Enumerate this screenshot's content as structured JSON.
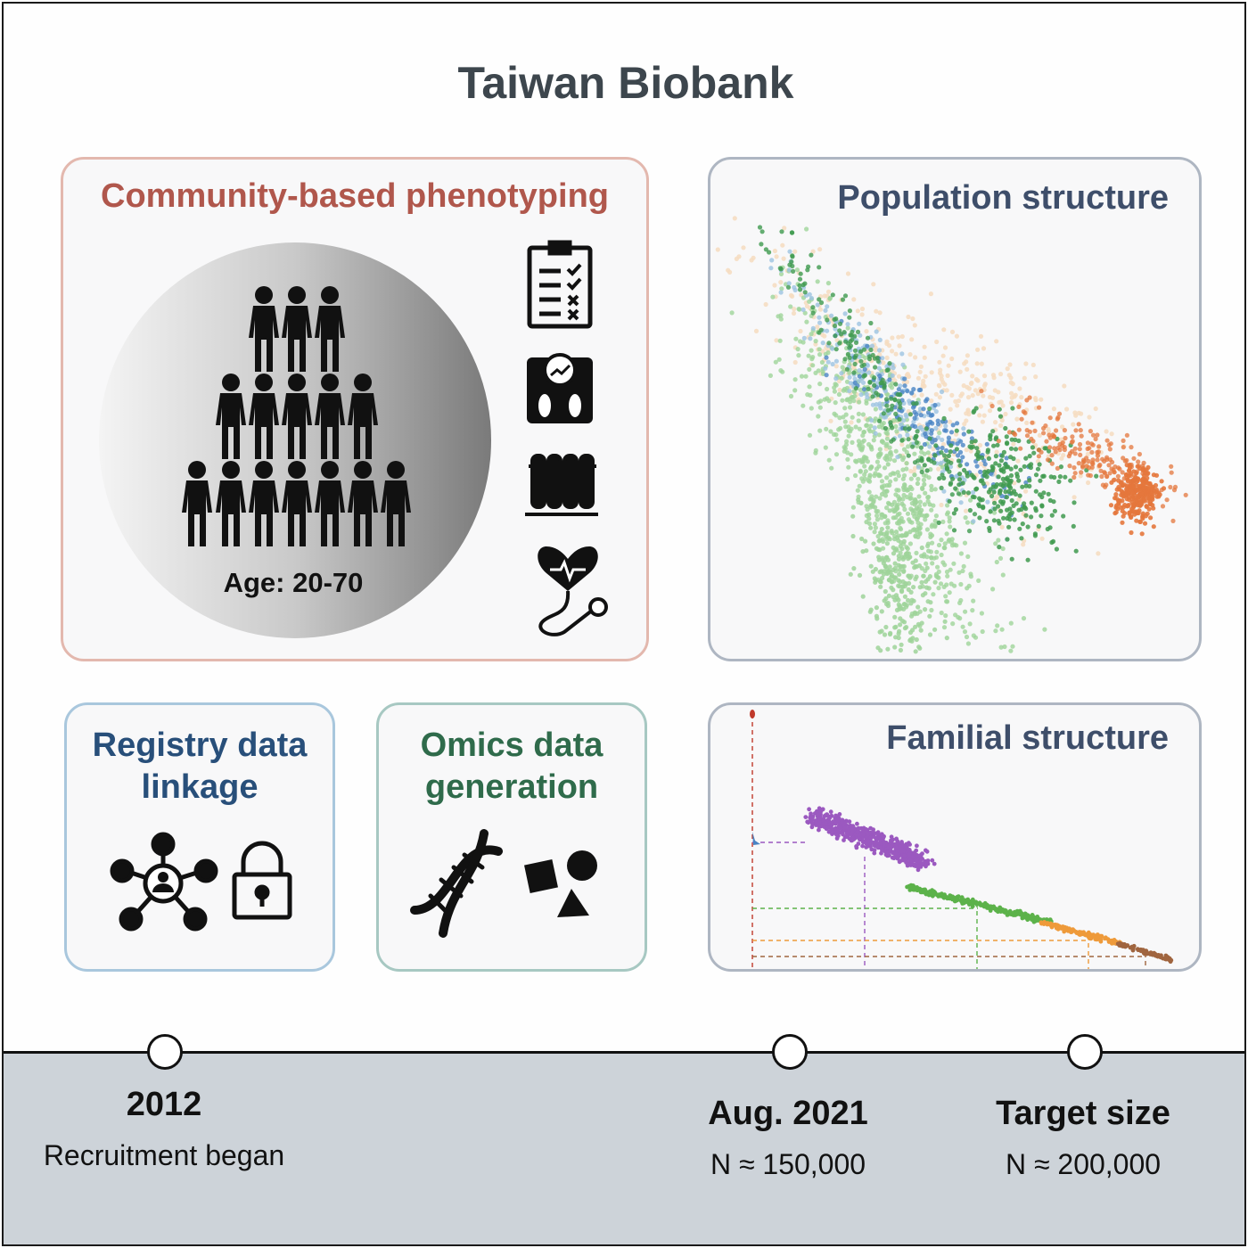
{
  "title": "Taiwan Biobank",
  "phenotyping": {
    "title": "Community-based phenotyping",
    "age_label": "Age: 20-70",
    "icons": [
      "clipboard-checklist-icon",
      "body-scale-icon",
      "test-tubes-icon",
      "stethoscope-heart-icon"
    ]
  },
  "population": {
    "title": "Population structure"
  },
  "registry": {
    "title_line1": "Registry data",
    "title_line2": "linkage",
    "icons": [
      "network-hub-icon",
      "padlock-icon"
    ]
  },
  "omics": {
    "title_line1": "Omics data",
    "title_line2": "generation",
    "icons": [
      "dna-helix-icon",
      "shapes-icon"
    ]
  },
  "familial": {
    "title": "Familial structure"
  },
  "timeline": {
    "milestones": [
      {
        "label": "2012",
        "sub": "Recruitment began"
      },
      {
        "label": "Aug. 2021",
        "sub": "N ≈ 150,000"
      },
      {
        "label": "Target size",
        "sub": "N ≈ 200,000"
      }
    ]
  },
  "colors": {
    "pheno_border": "#e3b8ae",
    "pheno_title": "#b0574c",
    "struct_title": "#3e4e6a",
    "registry_title": "#284f7a",
    "omics_title": "#2f6b4b",
    "timeline_bg": "#cdd3d9",
    "scatter": {
      "light_green": "#9fd49a",
      "dark_green": "#3f9a4f",
      "light_blue": "#9cc3e1",
      "blue": "#4a84c4",
      "peach": "#f6dcc0",
      "orange": "#e4773c"
    },
    "familial": {
      "purple": "#9b59c0",
      "green": "#5cb24a",
      "orange": "#ee9a3a",
      "brown": "#a0653f",
      "blue": "#4a84c4"
    }
  }
}
